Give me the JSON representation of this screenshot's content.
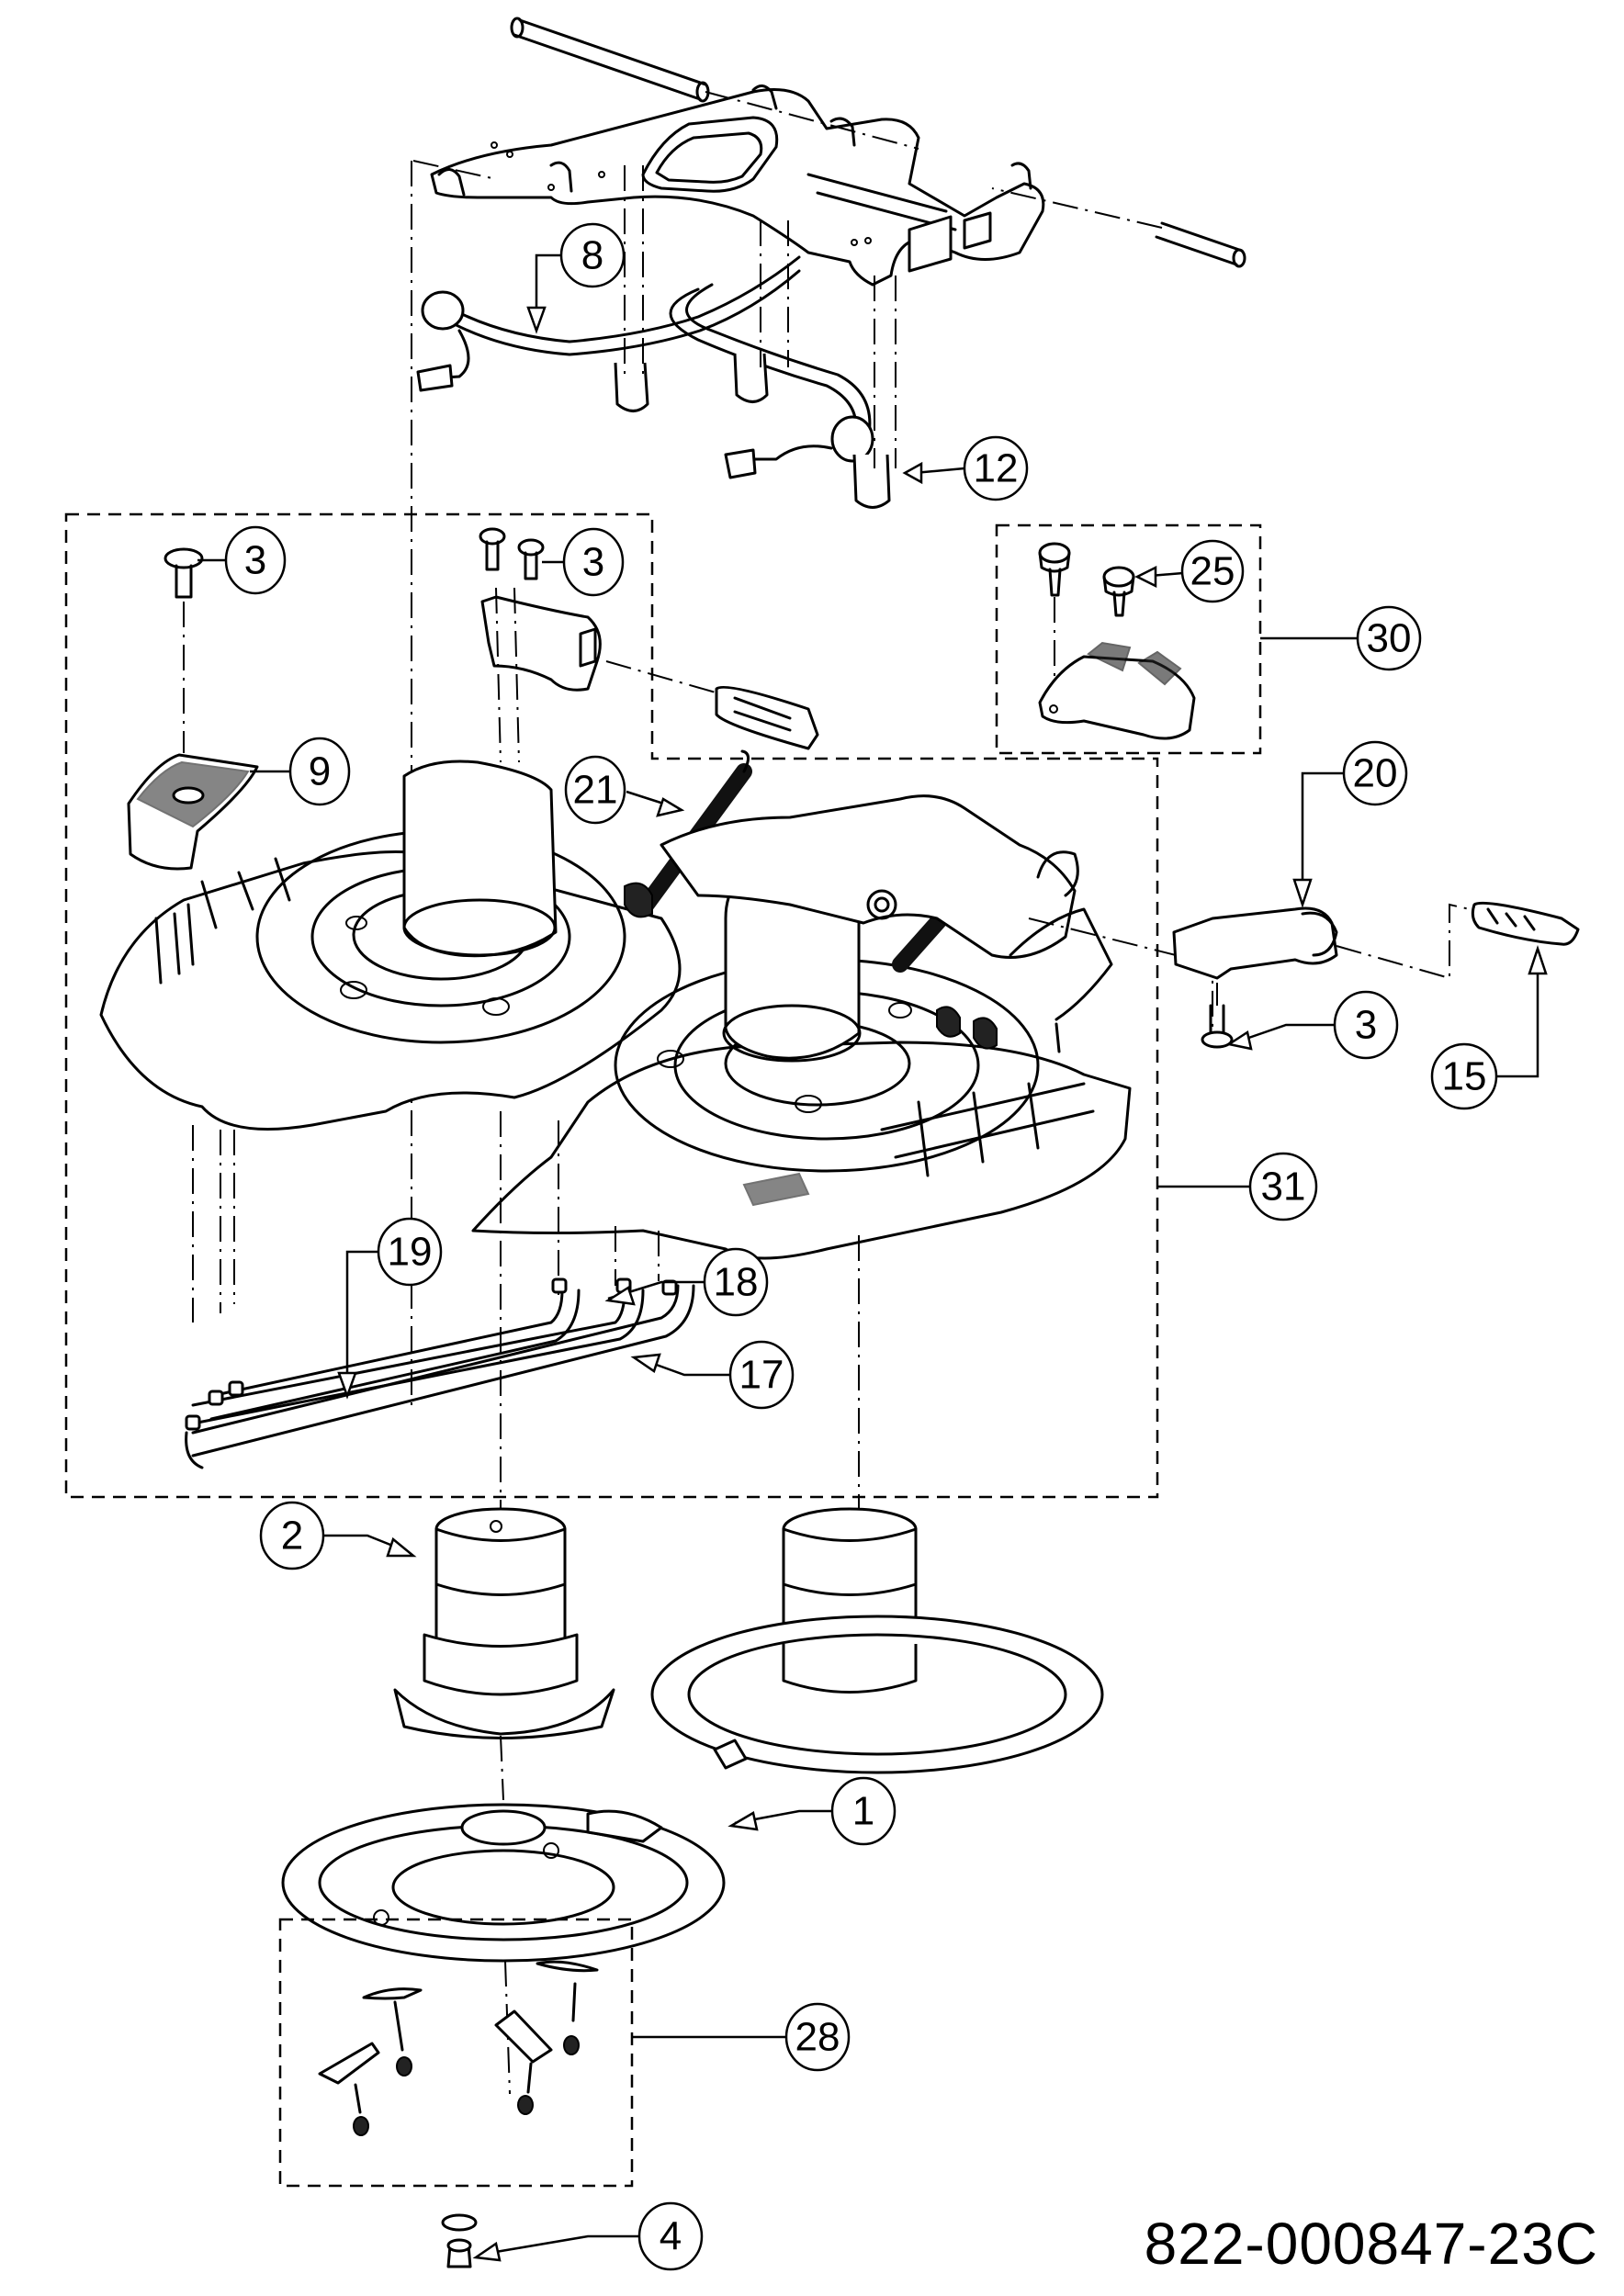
{
  "diagram": {
    "type": "exploded-parts-diagram",
    "part_number": "822-000847-23C",
    "callouts": [
      {
        "id": "c8",
        "label": "8"
      },
      {
        "id": "c12",
        "label": "12"
      },
      {
        "id": "c3a",
        "label": "3"
      },
      {
        "id": "c3b",
        "label": "3"
      },
      {
        "id": "c25",
        "label": "25"
      },
      {
        "id": "c30",
        "label": "30"
      },
      {
        "id": "c9",
        "label": "9"
      },
      {
        "id": "c21",
        "label": "21"
      },
      {
        "id": "c20",
        "label": "20"
      },
      {
        "id": "c3c",
        "label": "3"
      },
      {
        "id": "c15",
        "label": "15"
      },
      {
        "id": "c31",
        "label": "31"
      },
      {
        "id": "c19",
        "label": "19"
      },
      {
        "id": "c18",
        "label": "18"
      },
      {
        "id": "c17",
        "label": "17"
      },
      {
        "id": "c2",
        "label": "2"
      },
      {
        "id": "c1",
        "label": "1"
      },
      {
        "id": "c28",
        "label": "28"
      },
      {
        "id": "c4",
        "label": "4"
      }
    ]
  }
}
